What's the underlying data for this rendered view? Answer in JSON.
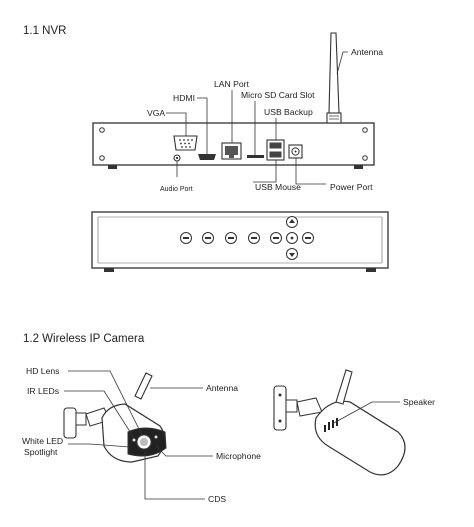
{
  "sections": {
    "nvr_title": "1.1 NVR",
    "camera_title": "1.2 Wireless IP Camera"
  },
  "nvr": {
    "labels": {
      "antenna": "Antenna",
      "lan_port": "LAN Port",
      "hdmi": "HDMI",
      "micro_sd": "Micro SD Card Slot",
      "vga": "VGA",
      "usb_backup": "USB Backup",
      "audio_port": "Audio Port",
      "usb_mouse": "USB Mouse",
      "power_port": "Power Port"
    }
  },
  "camera": {
    "labels": {
      "hd_lens": "HD Lens",
      "ir_leds": "IR LEDs",
      "antenna": "Antenna",
      "white_led_line1": "White LED",
      "white_led_line2": "Spotlight",
      "microphone": "Microphone",
      "cds": "CDS",
      "speaker": "Speaker"
    }
  }
}
